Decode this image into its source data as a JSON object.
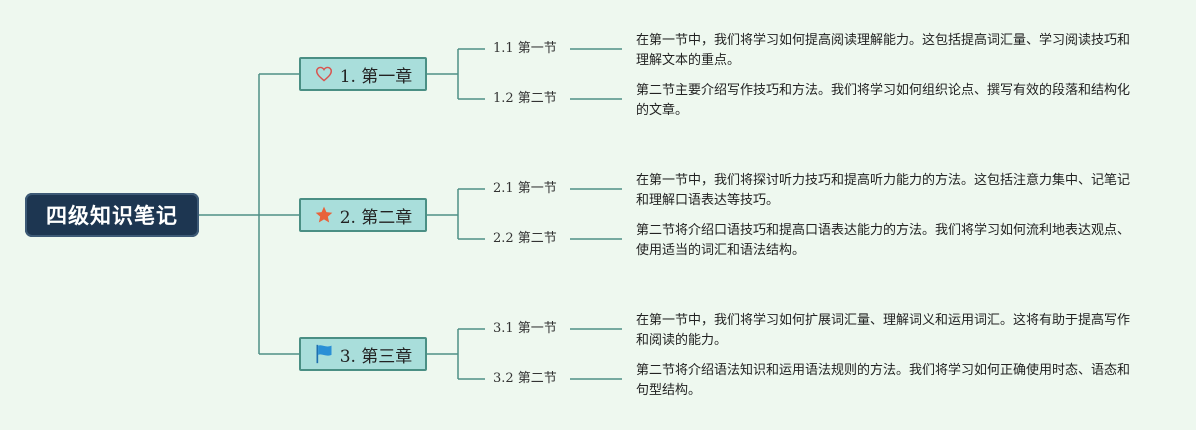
{
  "root": {
    "title": "四级知识笔记"
  },
  "chapters": [
    {
      "label": "1. 第一章",
      "icon": "heart-icon",
      "sections": [
        {
          "label": "1.1 第一节",
          "description": "在第一节中，我们将学习如何提高阅读理解能力。这包括提高词汇量、学习阅读技巧和理解文本的重点。"
        },
        {
          "label": "1.2 第二节",
          "description": "第二节主要介绍写作技巧和方法。我们将学习如何组织论点、撰写有效的段落和结构化的文章。"
        }
      ]
    },
    {
      "label": "2. 第二章",
      "icon": "star-icon",
      "sections": [
        {
          "label": "2.1 第一节",
          "description": "在第一节中，我们将探讨听力技巧和提高听力能力的方法。这包括注意力集中、记笔记和理解口语表达等技巧。"
        },
        {
          "label": "2.2 第二节",
          "description": "第二节将介绍口语技巧和提高口语表达能力的方法。我们将学习如何流利地表达观点、使用适当的词汇和语法结构。"
        }
      ]
    },
    {
      "label": "3. 第三章",
      "icon": "flag-icon",
      "sections": [
        {
          "label": "3.1 第一节",
          "description": "在第一节中，我们将学习如何扩展词汇量、理解词义和运用词汇。这将有助于提高写作和阅读的能力。"
        },
        {
          "label": "3.2 第二节",
          "description": "第二节将介绍语法知识和运用语法规则的方法。我们将学习如何正确使用时态、语态和句型结构。"
        }
      ]
    }
  ],
  "colors": {
    "background": "#eef8ef",
    "root_fill": "#1d3651",
    "chapter_fill": "#a9dedb",
    "chapter_border": "#4a8f84",
    "connector": "#4f8f86",
    "heart": "#d9534f",
    "star": "#e8623a",
    "flag": "#2a8fd6"
  }
}
